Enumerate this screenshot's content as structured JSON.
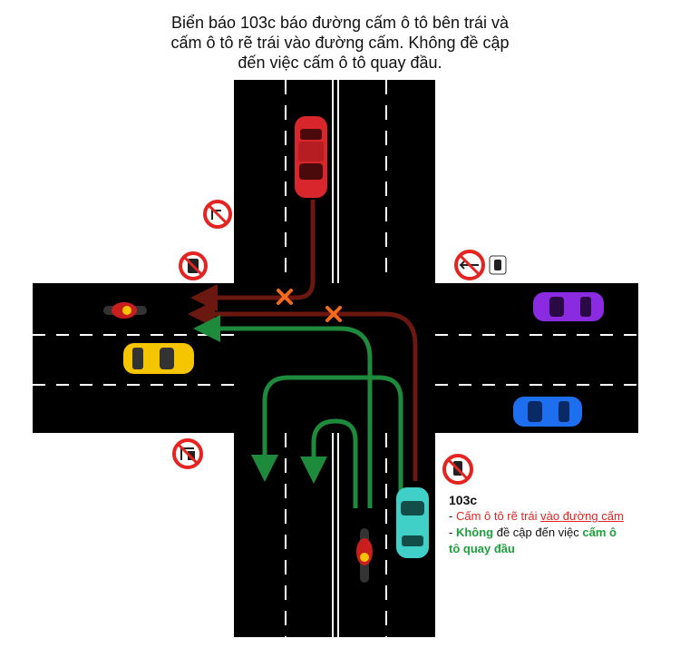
{
  "caption": {
    "line1": "Biển báo 103c báo đường cấm ô tô bên trái và",
    "line2": "cấm ô tô rẽ trái vào đường cấm. Không đề cập",
    "line3": "đến việc cấm ô tô quay đầu."
  },
  "legend": {
    "code": "103c",
    "dash1": "- ",
    "item1_prefix": "Cấm ô tô rẽ trái ",
    "item1_link": "vào đường cấm",
    "dash2": "- ",
    "item2_bold": "Không",
    "item2_mid": " đề cập đến việc ",
    "item2_green1": "cấm ô",
    "item2_green2": "tô quay đầu"
  },
  "colors": {
    "road": "#000000",
    "lane_marking": "#ffffff",
    "forbidden_path": "#6b1810",
    "allowed_path": "#1e8a3c",
    "cross_mark": "#f26a1b",
    "sign_red": "#e52421"
  },
  "vehicles": [
    {
      "name": "red-car",
      "color": "#d8262c"
    },
    {
      "name": "yellow-car",
      "color": "#f5c500"
    },
    {
      "name": "purple-car",
      "color": "#8a2be2"
    },
    {
      "name": "blue-car",
      "color": "#1e6ff0"
    },
    {
      "name": "cyan-car",
      "color": "#40d0c8"
    },
    {
      "name": "motorbike-left",
      "color": "#c81e1e"
    },
    {
      "name": "motorbike-bottom",
      "color": "#c81e1e"
    }
  ]
}
